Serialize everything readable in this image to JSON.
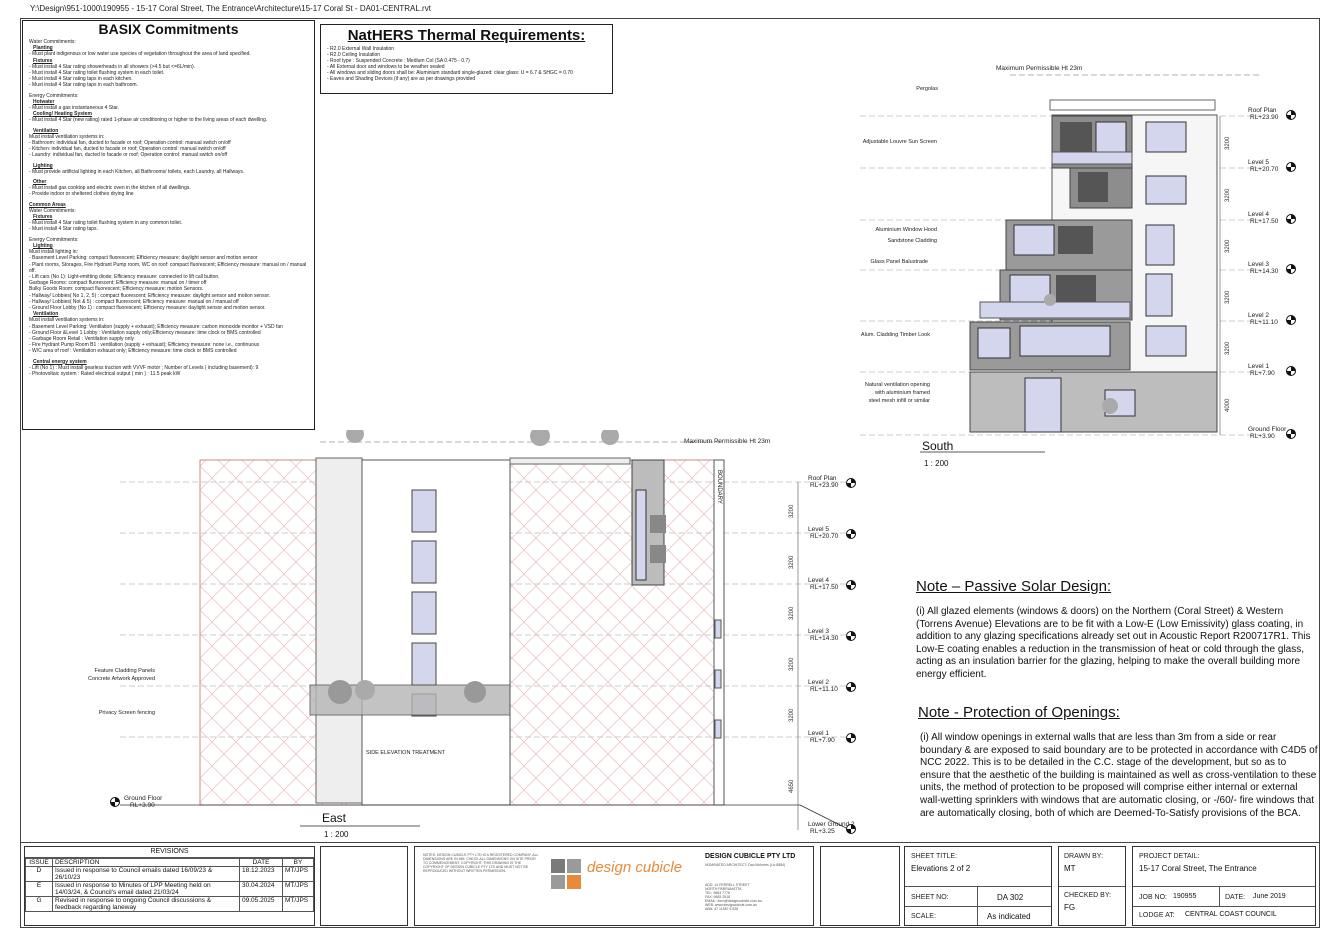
{
  "file_path": "Y:\\Design\\951-1000\\190955 - 15-17 Coral Street, The Entrance\\Architecture\\15-17 Coral St - DA01-CENTRAL.rvt",
  "basix": {
    "title": "BASIX Commitments",
    "lines": [
      {
        "t": "Water Commitments:",
        "s": "n"
      },
      {
        "t": "Planting",
        "s": "h"
      },
      {
        "t": "- Must plant indigenous or low water use species of vegetation throughout the area of land specified.",
        "s": "n"
      },
      {
        "t": "Fixtures",
        "s": "h"
      },
      {
        "t": "- Must install 4 Star rating showerheads in all showers (>4.5 but <=6L/min).",
        "s": "n"
      },
      {
        "t": "- Must install 4 Star rating toilet flushing system in each toilet.",
        "s": "n"
      },
      {
        "t": "- Must install 4 Star rating taps in each kitchen.",
        "s": "n"
      },
      {
        "t": "- Must install 4 Star rating taps in each bathroom.",
        "s": "n"
      },
      {
        "t": "",
        "s": "g"
      },
      {
        "t": "Energy Commitments:",
        "s": "n"
      },
      {
        "t": "Hotwater",
        "s": "h"
      },
      {
        "t": "- Must install a gas instantaneous 4 Star.",
        "s": "n"
      },
      {
        "t": "Cooling/ Heating System",
        "s": "h"
      },
      {
        "t": "- Must install 4 Star (new rating) rated 1-phase air conditioning or higher to the living areas of each dwelling.",
        "s": "n"
      },
      {
        "t": "",
        "s": "g"
      },
      {
        "t": "Ventilation",
        "s": "h"
      },
      {
        "t": "Must install ventilation systems in:",
        "s": "n"
      },
      {
        "t": "- Bathroom: individual fan, ducted to facade or roof; Operation control: manual switch on/off",
        "s": "n"
      },
      {
        "t": "- Kitchen: individual fan, ducted to facade or roof; Operation control: manual switch on/off",
        "s": "n"
      },
      {
        "t": "- Laundry: individual fan, ducted to facade or roof; Operation control: manual switch on/off",
        "s": "n"
      },
      {
        "t": "",
        "s": "g"
      },
      {
        "t": "Lighting",
        "s": "h"
      },
      {
        "t": "- Must provide artificial lighting in each Kitchen, all Bathrooms/ toilets, each Laundry, all Hallways.",
        "s": "n"
      },
      {
        "t": "",
        "s": "g"
      },
      {
        "t": "Other",
        "s": "h"
      },
      {
        "t": "- Must install gas cooktop and electric oven in the kitchen of all dwellings.",
        "s": "n"
      },
      {
        "t": "- Provide indoor or sheltered clothes drying line",
        "s": "n"
      },
      {
        "t": "",
        "s": "g"
      },
      {
        "t": "Common Areas",
        "s": "u"
      },
      {
        "t": "Water Commitments:",
        "s": "n"
      },
      {
        "t": "Fixtures",
        "s": "h"
      },
      {
        "t": "- Must install 4 Star rating toilet flushing system in any common toilet.",
        "s": "n"
      },
      {
        "t": "- Must install 4 Star rating taps.",
        "s": "n"
      },
      {
        "t": "",
        "s": "g"
      },
      {
        "t": "Energy Commitments:",
        "s": "n"
      },
      {
        "t": "Lighting",
        "s": "h"
      },
      {
        "t": "Must install lighting in:",
        "s": "n"
      },
      {
        "t": "- Basement Level Parking: compact fluorescent; Efficiency measure: daylight sensor and motion sensor",
        "s": "n"
      },
      {
        "t": "- Plant rooms, Storages, Fire Hydrant Pump room, WC on roof: compact fluorescent; Efficiency measure: manual on / manual off.",
        "s": "n"
      },
      {
        "t": "- Lift cars (No 1): Light-emitting diode; Efficiency measure: connected to lift call button.",
        "s": "n"
      },
      {
        "t": "Garbage Rooms: compact fluorescent; Efficiency measure: manual on / timer off",
        "s": "n"
      },
      {
        "t": "Bulky Goods Room: compact fluorescent; Efficiency measure: motion Sensors.",
        "s": "n"
      },
      {
        "t": "- Hallway/ Lobbies( No 1, 2, 5) : compact fluorescent; Efficiency measure: daylight sensor and motion sensor.",
        "s": "n"
      },
      {
        "t": "- Hallway/ Lobbies( Not & 5) : compact fluorescent; Efficiency measure: manual on / manual off",
        "s": "n"
      },
      {
        "t": "- Ground Floor Lobby (No 1) : compact fluorescent; Efficiency measure: daylight sensor and motion sensor.",
        "s": "n"
      },
      {
        "t": "Ventilation",
        "s": "h"
      },
      {
        "t": "Must install ventilation systems in:",
        "s": "n"
      },
      {
        "t": "- Basement Level Parking: Ventilation (supply + exhaust); Efficiency measure: carbon monoxide monitor + VSD fan",
        "s": "n"
      },
      {
        "t": "- Ground Floor &Level 1 Lobby : Ventilation supply only;Efficiency measure: time clock or BMS controlled",
        "s": "n"
      },
      {
        "t": "- Garbage Room Retail : Ventilation supply only",
        "s": "n"
      },
      {
        "t": "- Fire Hydrant Pump Room B1 : ventilation (supply + exhaust); Efficiency measure: none i.e., continuous",
        "s": "n"
      },
      {
        "t": "- W/C area of roof : Ventilation exhaust only; Efficiency measure: time clock or BMS controlled",
        "s": "n"
      },
      {
        "t": "",
        "s": "g"
      },
      {
        "t": "Central energy system",
        "s": "h"
      },
      {
        "t": "- Lift (No 1) : Must install gearless traction with VVVF motor ; Number of Levels ( including basement): 9",
        "s": "n"
      },
      {
        "t": "- Photovoltaic system : Rated electrical output ( min ) : 11.5 peak kW",
        "s": "n"
      }
    ]
  },
  "nathers": {
    "title": "NatHERS Thermal Requirements:",
    "lines": [
      "- R2.0 External Wall Insulation",
      "- R2.0 Ceiling Insulation",
      "- Roof type : Suspended Concrete : Medium Col (SA 0.475 - 0.7)",
      "- All External door and windows to be weather sealed",
      "- All windows and sliding doors shall be: Aluminium standard single-glazed: clear glass: U = 6.7 & SHGC = 0.70",
      "- Eaves and Shading Devices (if any) are as per drawings provided"
    ]
  },
  "south": {
    "max_height": "Maximum Permissible Ht 23m",
    "title": "South",
    "scale": "1 : 200",
    "levels": [
      {
        "name": "Roof Plan",
        "rl": "RL+23.90"
      },
      {
        "name": "Level 5",
        "rl": "RL+20.70"
      },
      {
        "name": "Level 4",
        "rl": "RL+17.50"
      },
      {
        "name": "Level 3",
        "rl": "RL+14.30"
      },
      {
        "name": "Level 2",
        "rl": "RL+11.10"
      },
      {
        "name": "Level 1",
        "rl": "RL+7.90"
      },
      {
        "name": "Ground Floor",
        "rl": "RL+3.90"
      }
    ],
    "dims": [
      "3200",
      "3200",
      "3200",
      "3200",
      "3200",
      "4000"
    ],
    "callouts": [
      "Pergolas",
      "Adjustable Louvre Sun Screen",
      "Aluminium Window Hood",
      "Sandstone Cladding",
      "Glass Panel Balustrade",
      "Alum. Cladding Timber Look",
      "Natural ventilation opening",
      "with aluminium framed",
      "steel mesh infill or similar"
    ]
  },
  "east": {
    "max_height": "Maximum Permissible Ht 23m",
    "title": "East",
    "scale": "1 : 200",
    "boundary": "BOUNDARY",
    "treatment": "SIDE ELEVATION TREATMENT",
    "levels": [
      {
        "name": "Roof Plan",
        "rl": "RL+23.90"
      },
      {
        "name": "Level 5",
        "rl": "RL+20.70"
      },
      {
        "name": "Level 4",
        "rl": "RL+17.50"
      },
      {
        "name": "Level 3",
        "rl": "RL+14.30"
      },
      {
        "name": "Level 2",
        "rl": "RL+11.10"
      },
      {
        "name": "Level 1",
        "rl": "RL+7.90"
      },
      {
        "name": "Lower Ground 2",
        "rl": "RL+3.25"
      }
    ],
    "ground": {
      "name": "Ground Floor",
      "rl": "RL+3.90"
    },
    "dims": [
      "3200",
      "3200",
      "3200",
      "3200",
      "3200",
      "4650"
    ],
    "callouts": [
      "Feature Cladding Panels",
      "Concrete Artwork Approved",
      "Privacy Screen fencing"
    ]
  },
  "notes": {
    "passive_title": "Note – Passive Solar Design:",
    "passive_text": "(i) All glazed elements (windows & doors) on the Northern (Coral Street) & Western (Torrens Avenue) Elevations are to be fit with a Low-E (Low Emissivity) glass coating, in addition to any glazing specifications already set out in Acoustic Report R200717R1. This Low-E coating enables a reduction in the transmission of heat or cold through the glass, acting as an insulation barrier for the glazing, helping to make the overall building more energy efficient.",
    "openings_title": "Note - Protection of Openings:",
    "openings_text": "(i) All window openings in external walls that are less than 3m from a side or rear boundary & are exposed to said boundary are to be protected in accordance with C4D5 of NCC 2022. This is to be detailed in the C.C. stage of the development, but so as to ensure that the aesthetic of the building is maintained as well as cross-ventilation to these units, the method of protection to be proposed will comprise either internal or external wall-wetting sprinklers with windows that are automatic closing, or -/60/- fire windows that are automatically closing, both of which are Deemed-To-Satisfy provisions of the BCA."
  },
  "revisions": {
    "title": "REVISIONS",
    "headers": [
      "ISSUE",
      "DESCRIPTION",
      "DATE",
      "BY"
    ],
    "rows": [
      [
        "D",
        "Issued in response to Council emails dated 16/09/23 & 26/10/23",
        "18.12.2023",
        "MT/JPS"
      ],
      [
        "E",
        "Issued in response to Minutes of LPP Meeting held on 14/03/24, & Council's email dated 21/03/24",
        "30.04.2024",
        "MT/JPS"
      ],
      [
        "G",
        "Revised in response to ongoing Council discussions & feedback regarding laneway",
        "09.05.2025",
        "MT/JPS"
      ]
    ]
  },
  "firm": {
    "logo_text": "design cubicle",
    "name": "DESIGN CUBICLE PTY LTD",
    "sub": "NOMINATED ARCHITECT: Dan McInnes (Lic 8884)",
    "contacts": [
      "ADD:  14 FERRELL STREET",
      "NORTH PARRAMATTA",
      "TEL:  9683 7778",
      "FAX:  9683 2518",
      "EMAIL: form@designcubicle.com.au",
      "WEB:  www.designcubicle.com.au",
      "ABN:  47 11587 6 535"
    ]
  },
  "sheet": {
    "title_label": "SHEET TITLE:",
    "title": "Elevations 2 of 2",
    "no_label": "SHEET NO:",
    "no": "DA 302",
    "scale_label": "SCALE:",
    "scale": "As indicated",
    "drawn_label": "DRAWN BY:",
    "drawn": "MT",
    "checked_label": "CHECKED BY:",
    "checked": "FG",
    "project_label": "PROJECT DETAIL:",
    "project": "15-17 Coral Street, The Entrance",
    "job_label": "JOB NO:",
    "job": "190955",
    "date_label": "DATE:",
    "date": "June 2019",
    "lodge_label": "LODGE AT:",
    "lodge": "CENTRAL COAST COUNCIL"
  },
  "colors": {
    "glass": "#d4d6ee",
    "hatch": "#e8b0b0",
    "plant": "#9a9a9a",
    "logo_orange": "#e98a3a",
    "logo_grey": "#7a7a7a"
  }
}
